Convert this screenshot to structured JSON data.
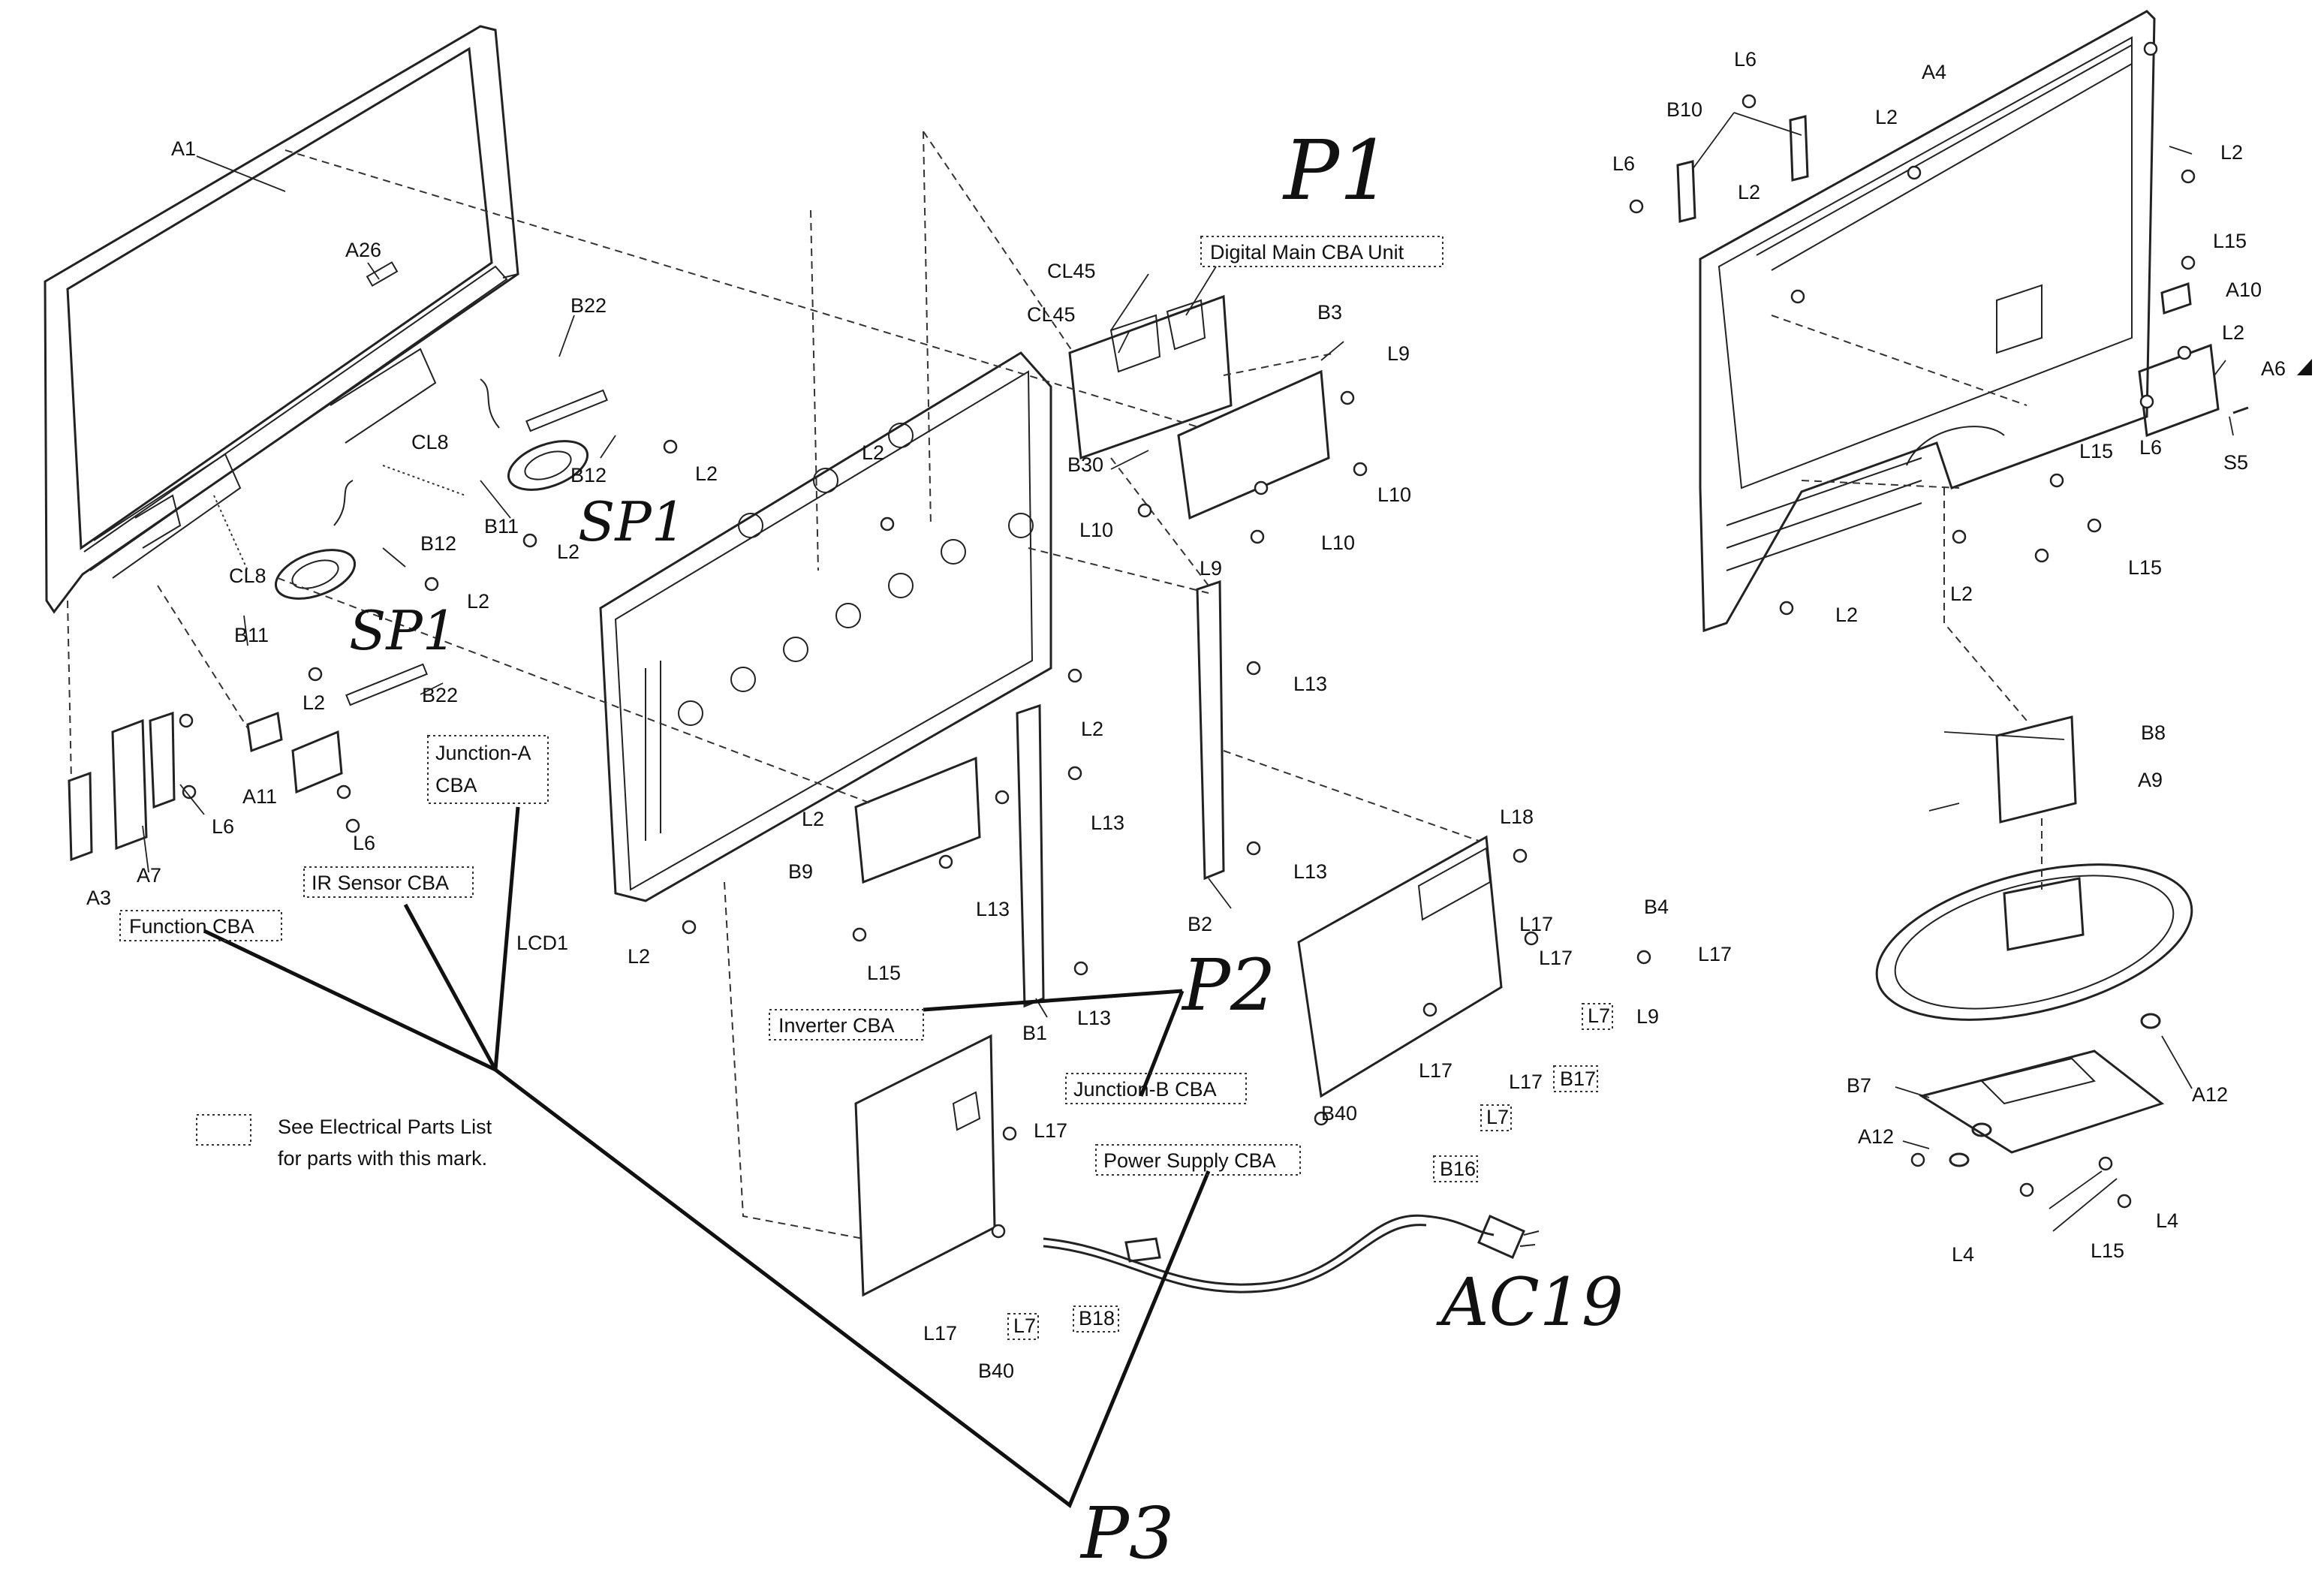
{
  "labels": {
    "A1": "A1",
    "A3": "A3",
    "A4": "A4",
    "A6": "A6",
    "A7": "A7",
    "A9": "A9",
    "A10": "A10",
    "A11": "A11",
    "A12": "A12",
    "A26": "A26",
    "B1": "B1",
    "B2": "B2",
    "B3": "B3",
    "B4": "B4",
    "B7": "B7",
    "B8": "B8",
    "B9": "B9",
    "B10": "B10",
    "B11": "B11",
    "B12": "B12",
    "B16": "B16",
    "B17": "B17",
    "B18": "B18",
    "B22": "B22",
    "B30": "B30",
    "B40": "B40",
    "CL45": "CL45",
    "CL8": "CL8",
    "L2": "L2",
    "L4": "L4",
    "L6": "L6",
    "L7": "L7",
    "L9": "L9",
    "L10": "L10",
    "L13": "L13",
    "L15": "L15",
    "L17": "L17",
    "L18": "L18",
    "LCD1": "LCD1",
    "S5": "S5"
  },
  "boxed_labels": {
    "digital_main": "Digital Main CBA Unit",
    "junction_a_1": "Junction-A",
    "junction_a_2": "CBA",
    "ir_sensor": "IR Sensor CBA",
    "function": "Function CBA",
    "inverter": "Inverter CBA",
    "junction_b": "Junction-B CBA",
    "power_supply": "Power Supply CBA"
  },
  "legend": {
    "line1": "See Electrical Parts List",
    "line2": "for parts with this mark."
  },
  "handwritten": {
    "p1": "P1",
    "p2": "P2",
    "p3": "P3",
    "sp1": "SP1",
    "ac19": "AC19"
  }
}
